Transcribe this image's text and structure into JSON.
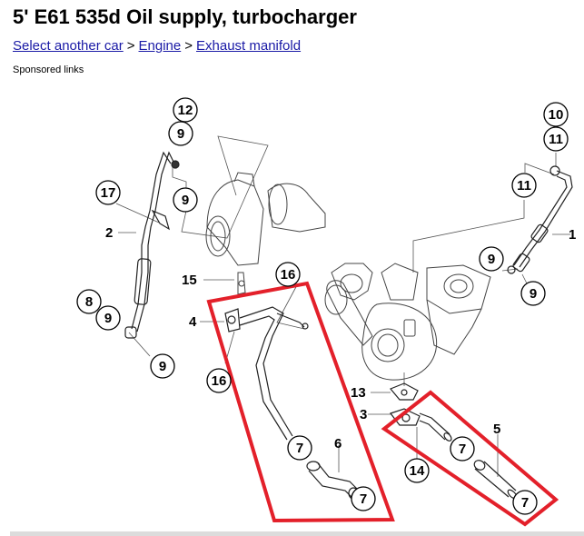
{
  "page": {
    "title": "5' E61 535d Oil supply, turbocharger",
    "breadcrumb": [
      {
        "label": "Select another car"
      },
      {
        "label": "Engine"
      },
      {
        "label": "Exhaust manifold"
      }
    ],
    "breadcrumb_separator": ">",
    "sponsored_label": "Sponsored links"
  },
  "diagram": {
    "highlight_color": "#e3202a",
    "callouts": [
      {
        "id": "c12",
        "text": "12"
      },
      {
        "id": "c9a",
        "text": "9"
      },
      {
        "id": "c9b",
        "text": "9"
      },
      {
        "id": "c17",
        "text": "17"
      },
      {
        "id": "c8",
        "text": "8"
      },
      {
        "id": "c9c",
        "text": "9"
      },
      {
        "id": "c9d",
        "text": "9"
      },
      {
        "id": "c16a",
        "text": "16"
      },
      {
        "id": "c16b",
        "text": "16"
      },
      {
        "id": "c7a",
        "text": "7"
      },
      {
        "id": "c7b",
        "text": "7"
      },
      {
        "id": "c10",
        "text": "10"
      },
      {
        "id": "c11a",
        "text": "11"
      },
      {
        "id": "c11b",
        "text": "11"
      },
      {
        "id": "c9e",
        "text": "9"
      },
      {
        "id": "c9f",
        "text": "9"
      },
      {
        "id": "c7c",
        "text": "7"
      },
      {
        "id": "c14",
        "text": "14"
      },
      {
        "id": "c7d",
        "text": "7"
      }
    ],
    "plain_labels": [
      {
        "id": "l2",
        "text": "2"
      },
      {
        "id": "l15",
        "text": "15"
      },
      {
        "id": "l4",
        "text": "4"
      },
      {
        "id": "l6",
        "text": "6"
      },
      {
        "id": "l1",
        "text": "1"
      },
      {
        "id": "l13",
        "text": "13"
      },
      {
        "id": "l3",
        "text": "3"
      },
      {
        "id": "l5",
        "text": "5"
      }
    ]
  }
}
